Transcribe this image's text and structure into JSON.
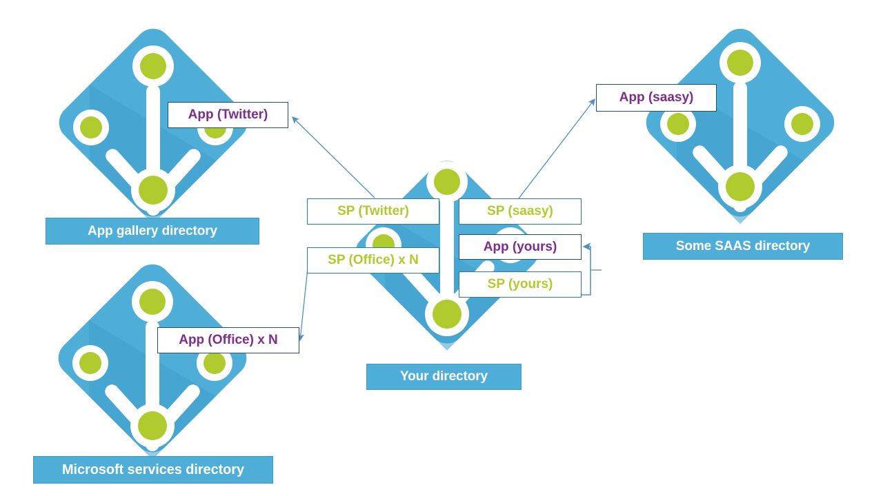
{
  "diagram": {
    "title": "Azure AD application and service principal relationships across directories",
    "colors": {
      "diamond_blue": "#4FAED8",
      "diamond_blue_light": "#7FC7E4",
      "diamond_blue_shade": "#3F9FCC",
      "node_green": "#AFCB2E",
      "caption_bar": "#4FAED8",
      "caption_text": "#FFFFFF",
      "sp_text": "#AFCB2E",
      "sp_border": "#2E7D8A",
      "app_text": "#7D2E8C",
      "app_border": "#1F4E79",
      "arrow": "#3D7EB8",
      "background": "#FFFFFF"
    }
  },
  "directories": [
    {
      "id": "app-gallery",
      "caption": "App gallery directory"
    },
    {
      "id": "microsoft-services",
      "caption": "Microsoft services directory"
    },
    {
      "id": "your-directory",
      "caption": "Your directory"
    },
    {
      "id": "some-saas",
      "caption": "Some SAAS directory"
    }
  ],
  "labels": {
    "app_twitter": "App (Twitter)",
    "app_office": "App (Office) x N",
    "app_saasy": "App (saasy)",
    "app_yours": "App (yours)",
    "sp_twitter": "SP (Twitter)",
    "sp_office": "SP (Office) x N",
    "sp_saasy": "SP (saasy)",
    "sp_yours": "SP (yours)"
  },
  "connectors": [
    {
      "id": "twitter-link",
      "from": "sp_twitter",
      "to": "app_twitter",
      "arrow_at": "to"
    },
    {
      "id": "office-link",
      "from": "sp_office",
      "to": "app_office",
      "arrow_at": "to"
    },
    {
      "id": "saasy-link",
      "from": "sp_saasy",
      "to": "app_saasy",
      "arrow_at": "to"
    },
    {
      "id": "yours-link",
      "from": "sp_yours",
      "to": "app_yours",
      "arrow_at": "to"
    }
  ],
  "icons": {
    "directory": "azure-ad-directory-icon",
    "node": "identity-node-icon"
  }
}
